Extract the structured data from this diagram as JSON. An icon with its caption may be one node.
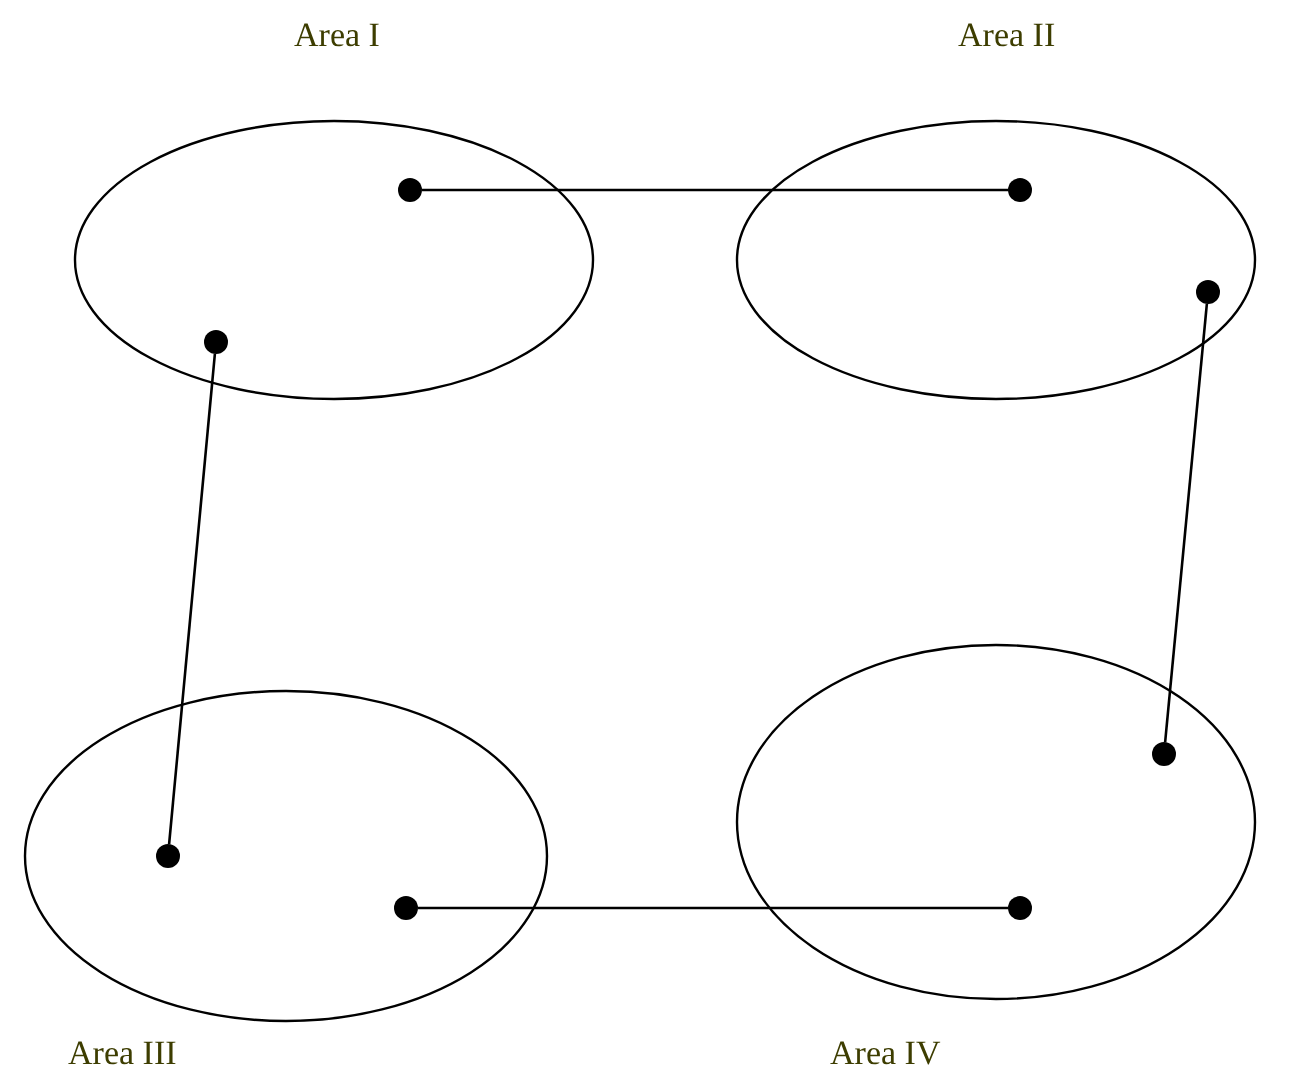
{
  "diagram": {
    "nodes": [
      {
        "text": [
          "Area I"
        ]
      },
      {
        "text": [],
        "shape": "circle",
        "in": 0
      },
      {
        "text": [],
        "shape": "circle",
        "in": 0
      },
      {
        "text": [
          "Area II"
        ]
      },
      {
        "text": [],
        "shape": "circle",
        "in": 3
      },
      {
        "text": [],
        "shape": "circle",
        "in": 3
      },
      {
        "text": [
          "Area III"
        ]
      },
      {
        "text": [],
        "shape": "circle",
        "in": 6
      },
      {
        "text": [],
        "shape": "circle",
        "in": 6
      },
      {
        "text": [
          "Area IV"
        ]
      },
      {
        "text": [],
        "shape": "circle",
        "in": 9
      },
      {
        "text": [],
        "shape": "circle",
        "in": 9
      }
    ],
    "edges": [
      {
        "from": 1,
        "to": 4,
        "arrow": "none"
      },
      {
        "from": 2,
        "to": 7,
        "arrow": "none"
      },
      {
        "from": 5,
        "to": 10,
        "arrow": "none"
      },
      {
        "from": 8,
        "to": 11,
        "arrow": "none"
      }
    ]
  }
}
